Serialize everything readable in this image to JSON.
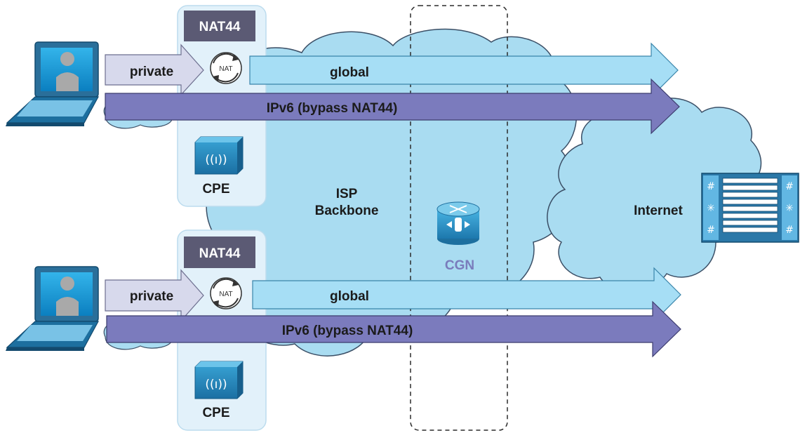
{
  "cpe_top": {
    "nat_label": "NAT44",
    "device_label": "CPE"
  },
  "cpe_bottom": {
    "nat_label": "NAT44",
    "device_label": "CPE"
  },
  "flows_top": {
    "private": "private",
    "global": "global",
    "ipv6": "IPv6 (bypass NAT44)"
  },
  "flows_bottom": {
    "private": "private",
    "global": "global",
    "ipv6": "IPv6 (bypass NAT44)"
  },
  "nat_icon_text": "NAT",
  "isp": {
    "line1": "ISP",
    "line2": "Backbone"
  },
  "cgn": {
    "label": "CGN"
  },
  "internet": {
    "label": "Internet"
  },
  "colors": {
    "cloud": "#a9dcf1",
    "cloud_stroke": "#3b4f66",
    "cpe_panel": "#e2f1fa",
    "nat_badge": "#5b5a74",
    "private_arrow": "#d7d9ec",
    "global_arrow": "#a6def5",
    "ipv6_arrow": "#7b7bbd",
    "cgn_text": "#7a7cbc"
  }
}
